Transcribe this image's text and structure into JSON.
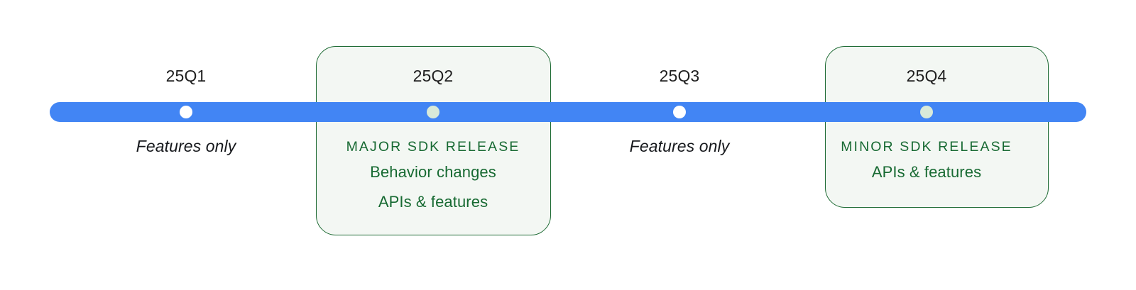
{
  "theme": {
    "rail_color": "#4285f4",
    "card_fill": "#f3f7f3",
    "card_border": "#1e6b34",
    "release_text_color": "#176a32",
    "label_color": "#1f1f1f",
    "dot_plain_color": "#ffffff",
    "dot_card_color": "#d9ead9"
  },
  "timeline": {
    "milestones": [
      {
        "id": "q1",
        "quarter": "25Q1",
        "highlighted": false,
        "dot": "milestone-dot-plain",
        "note": "Features only",
        "kicker": "",
        "lines": []
      },
      {
        "id": "q2",
        "quarter": "25Q2",
        "highlighted": true,
        "dot": "milestone-dot-card",
        "note": "",
        "kicker": "MAJOR SDK RELEASE",
        "lines": [
          "Behavior changes",
          "APIs & features"
        ]
      },
      {
        "id": "q3",
        "quarter": "25Q3",
        "highlighted": false,
        "dot": "milestone-dot-plain",
        "note": "Features only",
        "kicker": "",
        "lines": []
      },
      {
        "id": "q4",
        "quarter": "25Q4",
        "highlighted": true,
        "dot": "milestone-dot-card",
        "note": "",
        "kicker": "MINOR SDK RELEASE",
        "lines": [
          "APIs & features"
        ]
      }
    ]
  }
}
